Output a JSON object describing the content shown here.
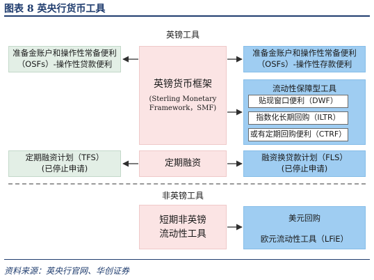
{
  "title": "图表 8   英央行货币工具",
  "source": "资料来源：英央行官网、华创证券",
  "sections": {
    "sterling": "英镑工具",
    "non_sterling": "非英镑工具"
  },
  "center": {
    "smf_title": "英镑货币框架",
    "smf_sub1": "(Sterling Monetary",
    "smf_sub2": "Framework，SMF)",
    "term_funding": "定期融资",
    "non_sterling_line1": "短期非英镑",
    "non_sterling_line2": "流动性工具"
  },
  "left": {
    "osf_lending_line1": "准备金账户和操作性常备便利",
    "osf_lending_line2": "（OSFs）-操作性贷款便利",
    "tfs_line1": "定期融资计划（TFS）",
    "tfs_line2": "(已停止申请)"
  },
  "right": {
    "osf_deposit_line1": "准备金账户和操作性常备便利",
    "osf_deposit_line2": "（OSFs）-操作性存款便利",
    "liquidity_title": "流动性保障型工具",
    "liquidity_items": [
      "贴现窗口便利（DWF）",
      "指数化长期回购（ILTR）",
      "或有定期回购便利（CTRF）"
    ],
    "fls_line1": "融资换贷款计划（FLS）",
    "fls_line2": "(已停止申请)",
    "usd_repo": "美元回购",
    "lfie": "欧元流动性工具（LFiE）"
  },
  "colors": {
    "brand_navy": "#1f3c6e",
    "green_box": "#e3efe6",
    "pink_box": "#fbe4e4",
    "blue_box": "#9fcdf2",
    "arrow": "#2f2f2f"
  }
}
